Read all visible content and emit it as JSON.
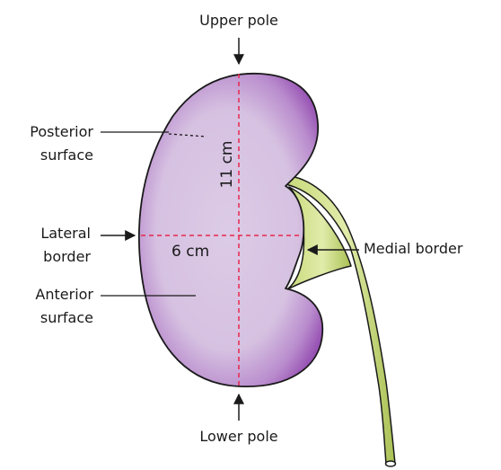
{
  "labels": {
    "upper_pole": "Upper pole",
    "lower_pole": "Lower pole",
    "posterior_surface_1": "Posterior",
    "posterior_surface_2": "surface",
    "lateral_border_1": "Lateral",
    "lateral_border_2": "border",
    "anterior_surface_1": "Anterior",
    "anterior_surface_2": "surface",
    "medial_border": "Medial border"
  },
  "measurements": {
    "length": "11 cm",
    "width": "6 cm"
  },
  "colors": {
    "kidney_fill": "#d9c6e3",
    "kidney_edge": "#9b57b5",
    "ureter_fill": "#dbe7a0",
    "ureter_edge": "#7f9a2e",
    "measure_line": "#e8274b",
    "outline": "#1a1a1a"
  }
}
